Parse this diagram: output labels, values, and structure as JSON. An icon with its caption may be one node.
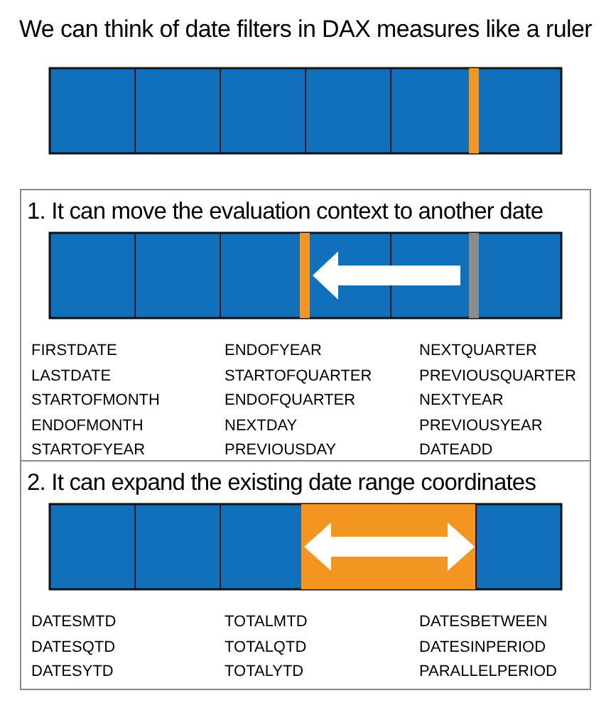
{
  "diagram": {
    "title": "We can think of date filters in DAX measures like a ruler",
    "nodes": [
      {
        "text": [
          "1. It can move the evaluation context to another date",
          "FIRSTDATE",
          "ENDOFYEAR",
          "NEXTQUARTER",
          "LASTDATE",
          "STARTOFQUARTER",
          "PREVIOUSQUARTER",
          "STARTOFMONTH",
          "ENDOFQUARTER",
          "NEXTYEAR",
          "ENDOFMONTH",
          "NEXTDAY",
          "PREVIOUSYEAR",
          "STARTOFYEAR",
          "PREVIOUSDAY",
          "DATEADD"
        ]
      },
      {
        "text": [
          "2. It can expand the existing date range coordinates",
          "DATESMTD",
          "TOTALMTD",
          "DATESBETWEEN",
          "DATESQTD",
          "TOTALQTD",
          "DATESINPERIOD",
          "DATESYTD",
          "TOTALYTD",
          "PARALLELPERIOD"
        ]
      }
    ]
  }
}
